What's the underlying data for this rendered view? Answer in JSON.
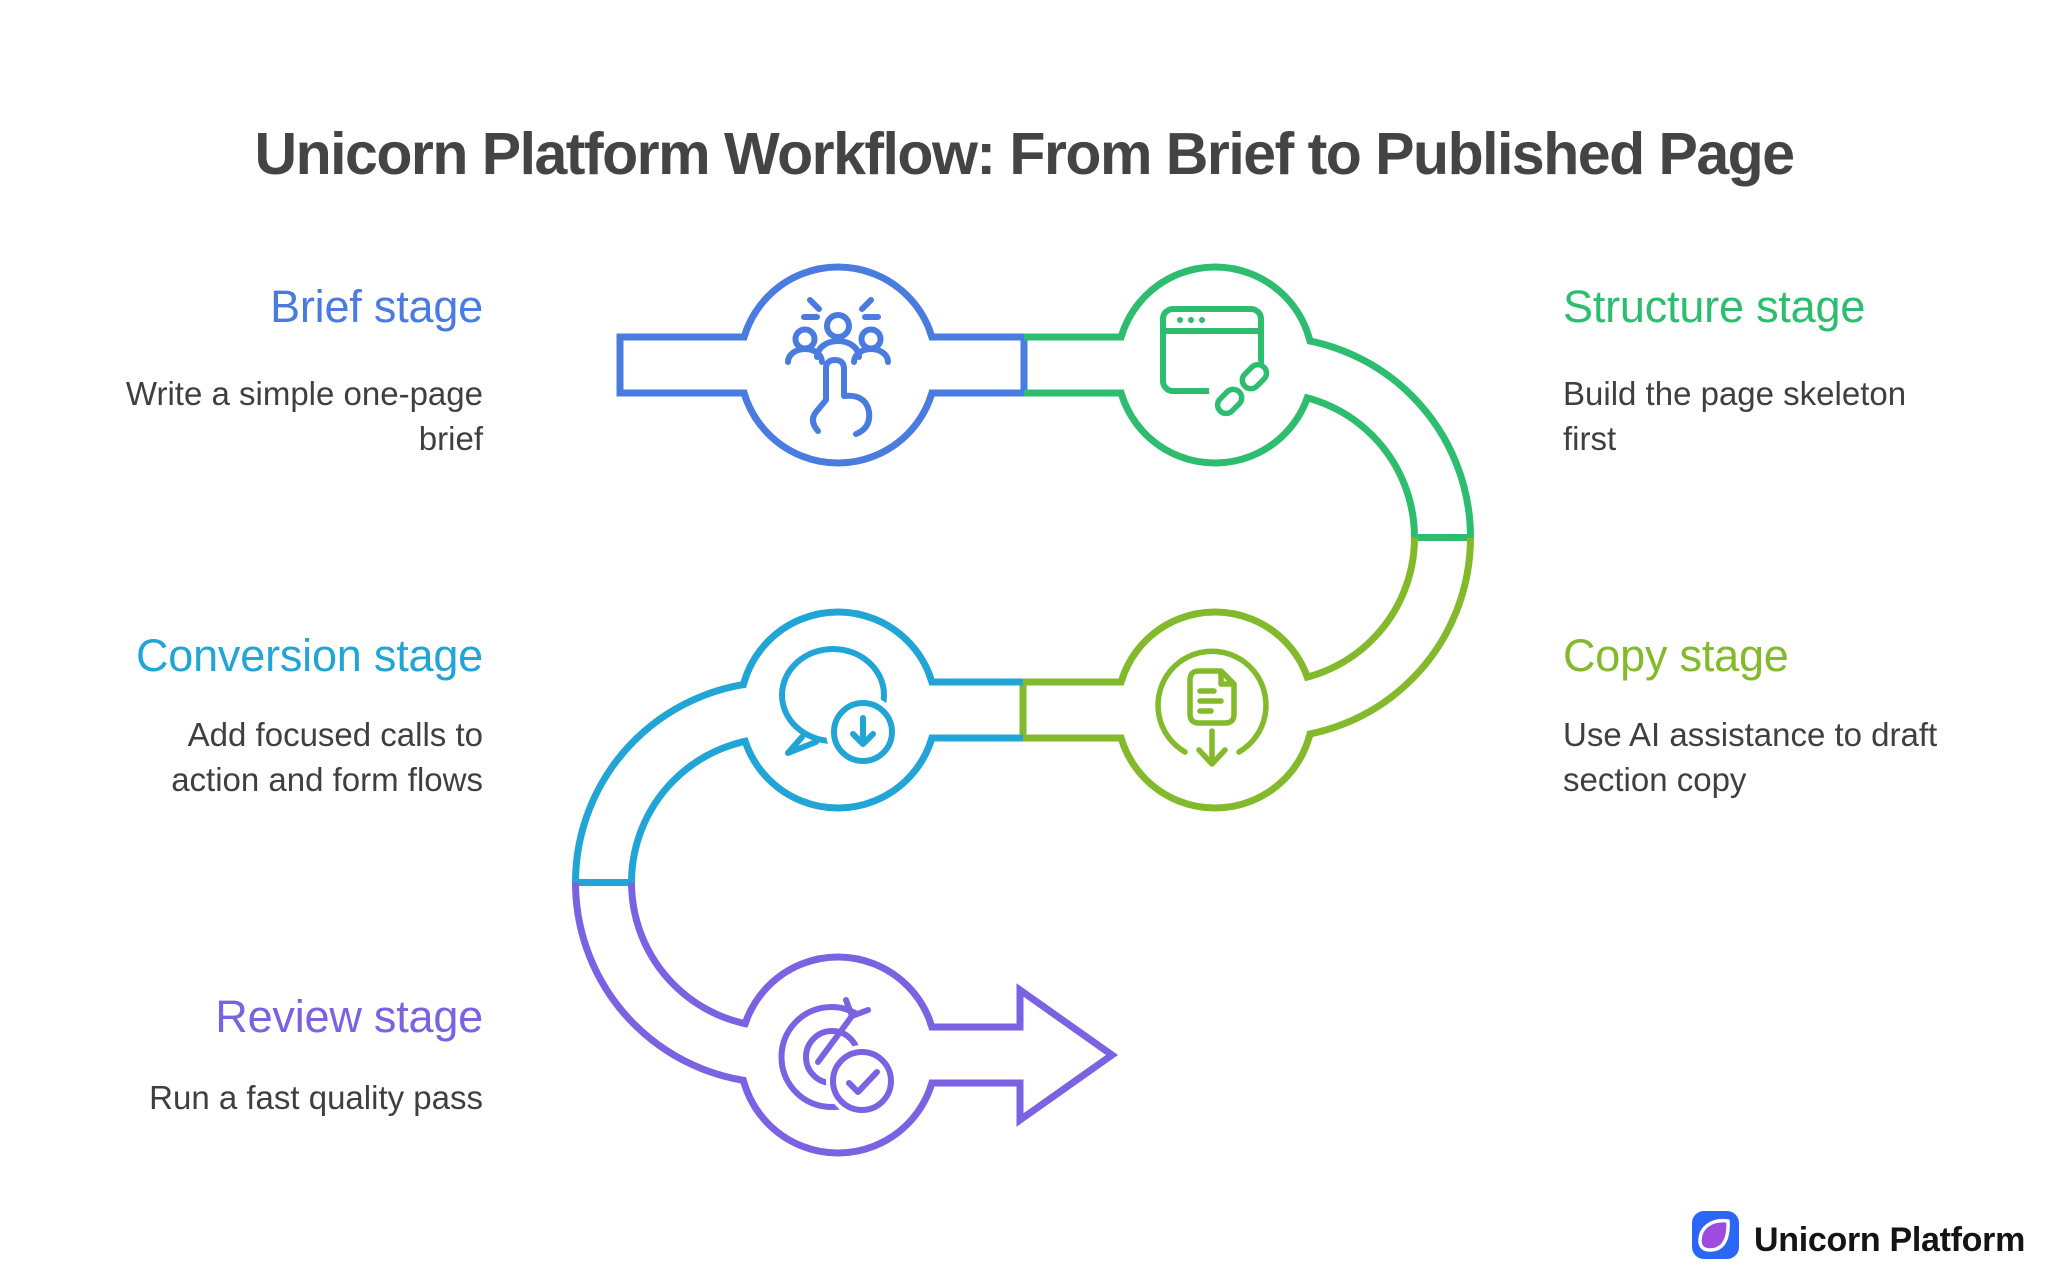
{
  "title": "Unicorn Platform Workflow: From Brief to Published Page",
  "stages": [
    {
      "id": "brief",
      "label": "Brief stage",
      "description": "Write a simple one-page\nbrief",
      "color": "#4a7ce0",
      "icon": "team-select-icon"
    },
    {
      "id": "structure",
      "label": "Structure stage",
      "description": "Build the page skeleton\nfirst",
      "color": "#2dbd6e",
      "icon": "browser-link-icon"
    },
    {
      "id": "copy",
      "label": "Copy stage",
      "description": "Use AI assistance to draft\nsection copy",
      "color": "#83ba2b",
      "icon": "document-download-icon"
    },
    {
      "id": "conversion",
      "label": "Conversion stage",
      "description": "Add focused calls to\naction and form flows",
      "color": "#21a5d6",
      "icon": "chat-download-icon"
    },
    {
      "id": "review",
      "label": "Review stage",
      "description": "Run a fast quality pass",
      "color": "#7a62e2",
      "icon": "target-check-icon"
    }
  ],
  "colors": {
    "title": "#444444",
    "body": "#3f3f3f",
    "background": "#ffffff"
  },
  "footer": {
    "brand": "Unicorn Platform",
    "logo_square": "#2b66f6",
    "logo_petal": "#9d4ce0"
  }
}
